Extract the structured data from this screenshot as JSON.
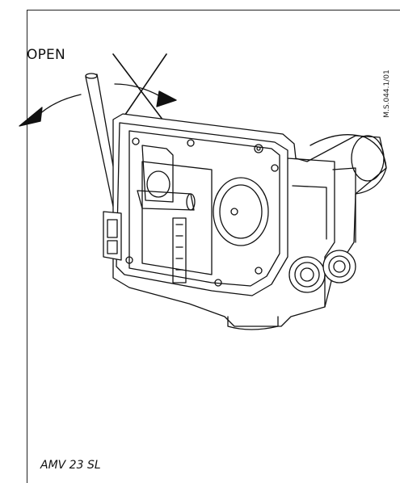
{
  "labels": {
    "open": "OPEN",
    "drawing_code": "M.S.044.1/01",
    "caption": "AMV 23 SL"
  },
  "colors": {
    "line": "#111111",
    "frame": "#222222",
    "housing_fill": "#ffffff"
  }
}
